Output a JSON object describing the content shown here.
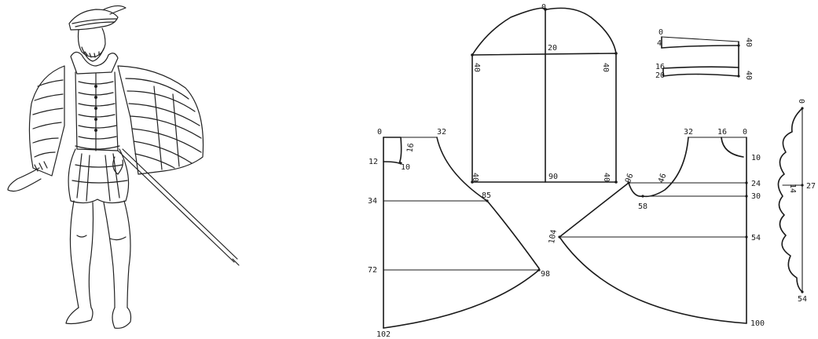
{
  "pattern_labels": {
    "cape_top": "0",
    "cape_mid": "20",
    "cape_left": "40",
    "cape_right": "40",
    "cape_bl": "40",
    "cape_bm": "90",
    "cape_br": "40",
    "collar_0": "0",
    "collar_4": "4",
    "collar_16": "16",
    "collar_20": "20",
    "collar_r1": "40",
    "collar_r2": "40",
    "left_0": "0",
    "left_16": "16",
    "left_32": "32",
    "left_12": "12",
    "left_10": "10",
    "left_34": "34",
    "left_85": "85",
    "left_72": "72",
    "left_98": "98",
    "left_102": "102",
    "right_32": "32",
    "right_16": "16",
    "right_0": "0",
    "right_10": "10",
    "right_96": "96",
    "right_46": "46",
    "right_24": "24",
    "right_58": "58",
    "right_30": "30",
    "right_104": "104",
    "right_54": "54",
    "right_100": "100",
    "edge_0": "0",
    "edge_14": "14",
    "edge_27": "27",
    "edge_54": "54"
  }
}
